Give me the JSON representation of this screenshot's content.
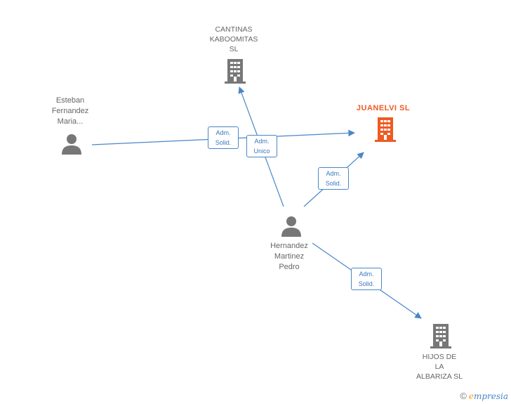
{
  "colors": {
    "edge": "#4a86c8",
    "company": "#777777",
    "focus": "#f05a22",
    "person": "#777777"
  },
  "nodes": {
    "cantinas": {
      "name": "CANTINAS\nKABOOMITAS\nSL",
      "icon": "building-icon"
    },
    "juanelvi": {
      "name": "JUANELVI  SL",
      "icon": "building-icon"
    },
    "hijos": {
      "name": "HIJOS DE\nLA\nALBARIZA  SL",
      "icon": "building-icon"
    },
    "esteban": {
      "name": "Esteban\nFernandez\nMaria...",
      "icon": "person-icon"
    },
    "hernandez": {
      "name": "Hernandez\nMartinez\nPedro",
      "icon": "person-icon"
    }
  },
  "edges": {
    "esteban_juanelvi": "Adm.\nSolid.",
    "hernandez_cantinas": "Adm.\nUnico",
    "hernandez_juanelvi": "Adm.\nSolid.",
    "hernandez_hijos": "Adm.\nSolid."
  },
  "brand": {
    "copyright": "©",
    "initial": "e",
    "rest": "mpresia"
  }
}
